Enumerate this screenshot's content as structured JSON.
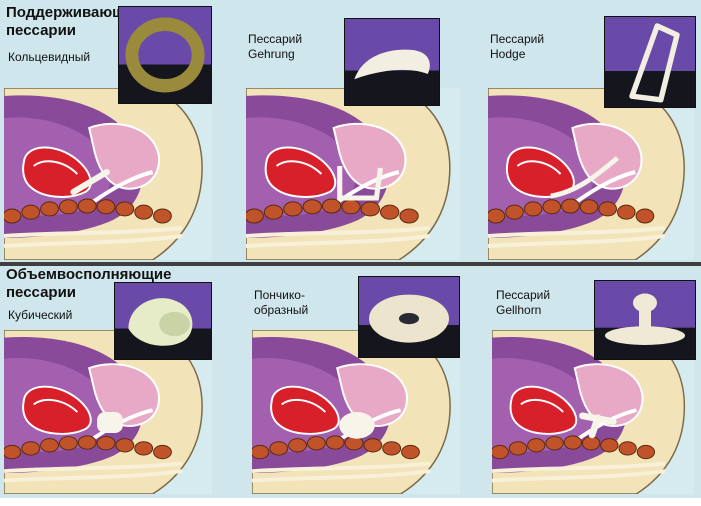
{
  "groups": [
    {
      "title": "Поддерживающие\nпессарии",
      "items": [
        {
          "label": "Кольцевидный",
          "device": "ring-pessary"
        },
        {
          "label": "Пессарий\nGehrung",
          "device": "gehrung-pessary"
        },
        {
          "label": "Пессарий\nHodge",
          "device": "hodge-pessary"
        }
      ]
    },
    {
      "title": "Объемвосполняющие\nпессарии",
      "items": [
        {
          "label": "Кубический",
          "device": "cube-pessary"
        },
        {
          "label": "Пончико-\nобразный",
          "device": "donut-pessary"
        },
        {
          "label": "Пессарий\nGellhorn",
          "device": "gellhorn-pessary"
        }
      ]
    }
  ],
  "colors": {
    "background": "#cfe6ec",
    "body": "#f3e3b8",
    "pelvis_purple": "#8a4a9a",
    "uterus": "#d8202a",
    "bladder": "#e8a9c6",
    "spine": "#c0532a",
    "pessary": "#f7f4ea"
  }
}
